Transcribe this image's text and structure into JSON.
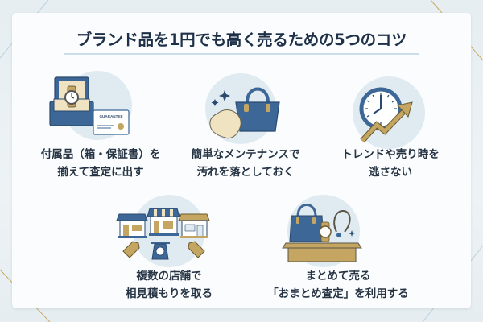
{
  "title": "ブランド品を1円でも高く売るための5つのコツ",
  "colors": {
    "navy_blue": "#3d6796",
    "gold": "#c4a562",
    "cream": "#efe3c2",
    "circle_bg": "#dfeaf1",
    "title_text": "#1d3047",
    "label_text": "#263444"
  },
  "tips": [
    {
      "icon": "watch-box-guarantee-icon",
      "line1": "付属品（箱・保証書）を",
      "line2": "揃えて査定に出す",
      "card_text": "GUARANTEE"
    },
    {
      "icon": "handbag-cloth-icon",
      "line1": "簡単なメンテナンスで",
      "line2": "汚れを落としておく"
    },
    {
      "icon": "clock-trend-icon",
      "line1": "トレンドや売り時を",
      "line2": "逃さない"
    },
    {
      "icon": "shops-scale-icon",
      "line1": "複数の店舗で",
      "line2": "相見積もりを取る"
    },
    {
      "icon": "box-bundle-icon",
      "line1": "まとめて売る",
      "line2": "「おまとめ査定」を利用する"
    }
  ]
}
